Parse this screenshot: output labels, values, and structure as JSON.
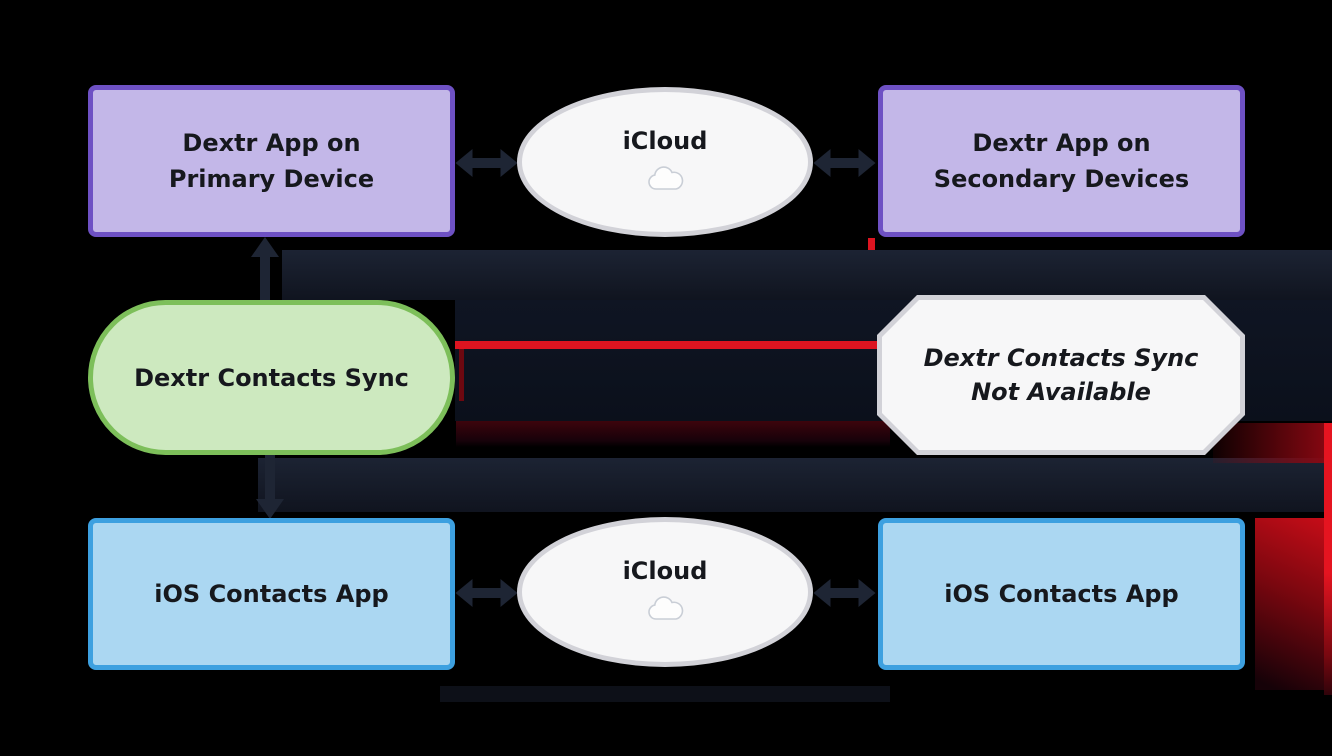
{
  "diagram": {
    "nodes": {
      "primary": {
        "line1": "Dextr App on",
        "line2": "Primary Device"
      },
      "icloud_top": {
        "label": "iCloud",
        "icon": "cloud"
      },
      "secondary": {
        "line1": "Dextr App on",
        "line2": "Secondary Devices"
      },
      "sync": {
        "label": "Dextr Contacts Sync"
      },
      "sync_not_available": {
        "line1": "Dextr Contacts Sync",
        "line2": "Not Available"
      },
      "ios_left": {
        "label": "iOS Contacts App"
      },
      "icloud_bottom": {
        "label": "iCloud",
        "icon": "cloud"
      },
      "ios_right": {
        "label": "iOS Contacts App"
      }
    },
    "colors": {
      "background": "#000000",
      "text": "#16181d",
      "purple_fill": "#c3b7e8",
      "purple_border": "#6e51c4",
      "green_fill": "#cde9bf",
      "green_border": "#7dbf5a",
      "blue_fill": "#abd7f2",
      "blue_border": "#3da0e0",
      "neutral_fill": "#f7f7f8",
      "neutral_border": "#d2d2d8",
      "edge_dark": "#1e2534",
      "edge_red": "#dd1420"
    }
  }
}
